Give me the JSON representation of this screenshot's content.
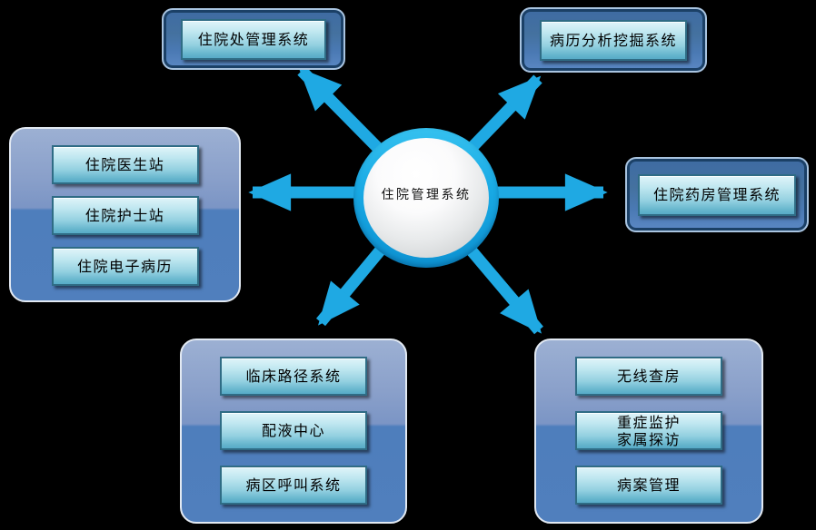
{
  "hub": {
    "label": "住院管理系统"
  },
  "nodes": {
    "top_left": {
      "label": "住院处管理系统"
    },
    "top_right": {
      "label": "病历分析挖掘系统"
    },
    "right": {
      "label": "住院药房管理系统"
    },
    "left_group": {
      "items": [
        "住院医生站",
        "住院护士站",
        "住院电子病历"
      ]
    },
    "bottom_left_group": {
      "items": [
        "临床路径系统",
        "配液中心",
        "病区呼叫系统"
      ]
    },
    "bottom_right_group": {
      "items": [
        "无线查房",
        "重症监护\n家属探访",
        "病案管理"
      ]
    }
  },
  "colors": {
    "background": "#000000",
    "arrow": "#1FA9E3",
    "box-border-dark": "#1B4066",
    "box-outline-light": "#A9C4E0",
    "btn-border": "#2F6C85",
    "box-blue": "#4E7EBC",
    "button-cyan-top": "#DFF4F9",
    "button-cyan-bottom": "#57ABC7",
    "hub-ring-cyan": "#18A9E4"
  }
}
